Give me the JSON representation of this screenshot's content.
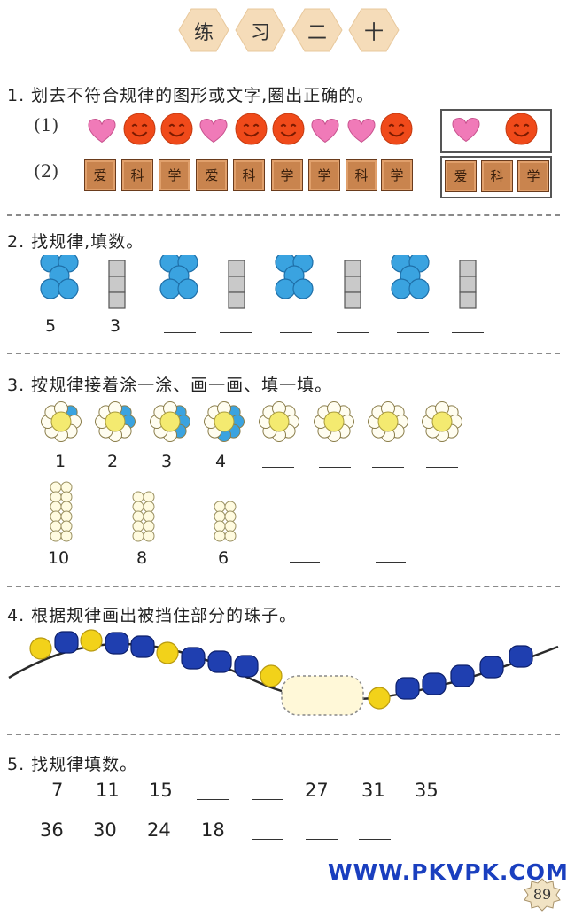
{
  "title_chars": [
    "练",
    "习",
    "二",
    "十"
  ],
  "q1": {
    "title": "1. 划去不符合规律的图形或文字,圈出正确的。",
    "row1_label": "(1)",
    "row1_sequence": [
      "heart",
      "smiley",
      "smiley",
      "heart",
      "smiley",
      "smiley",
      "heart",
      "heart",
      "smiley"
    ],
    "row1_answer": [
      "heart",
      "smiley"
    ],
    "row2_label": "(2)",
    "row2_tiles": [
      "爱",
      "科",
      "学",
      "爱",
      "科",
      "学",
      "学",
      "科",
      "学"
    ],
    "row2_answer": [
      "爱",
      "科",
      "学"
    ]
  },
  "q2": {
    "title": "2. 找规律,填数。",
    "numbers": [
      "5",
      "3"
    ],
    "blank_count": 6
  },
  "q3": {
    "title": "3. 按规律接着涂一涂、画一画、填一填。",
    "flower_numbers": [
      "1",
      "2",
      "3",
      "4"
    ],
    "flower_blank_count": 4,
    "stack_numbers": [
      "10",
      "8",
      "6"
    ]
  },
  "q4": {
    "title": "4. 根据规律画出被挡住部分的珠子。"
  },
  "q5": {
    "title": "5. 找规律填数。",
    "row1": [
      "7",
      "11",
      "15",
      "",
      "",
      "27",
      "31",
      "35"
    ],
    "row2": [
      "36",
      "30",
      "24",
      "18",
      "",
      "",
      ""
    ]
  },
  "watermark": "WWW.PKVPK.COM",
  "page_number": "89",
  "colors": {
    "heart": "#f07ab8",
    "smiley": "#f04a1a",
    "tile": "#c9844e",
    "petal_blue": "#3aa3e0",
    "petal_white": "#fffdf0",
    "flower_center": "#f4ea70",
    "bead_blue": "#1f3fb0",
    "bead_yellow": "#f2d21a",
    "watermark": "#1a3fbf"
  }
}
